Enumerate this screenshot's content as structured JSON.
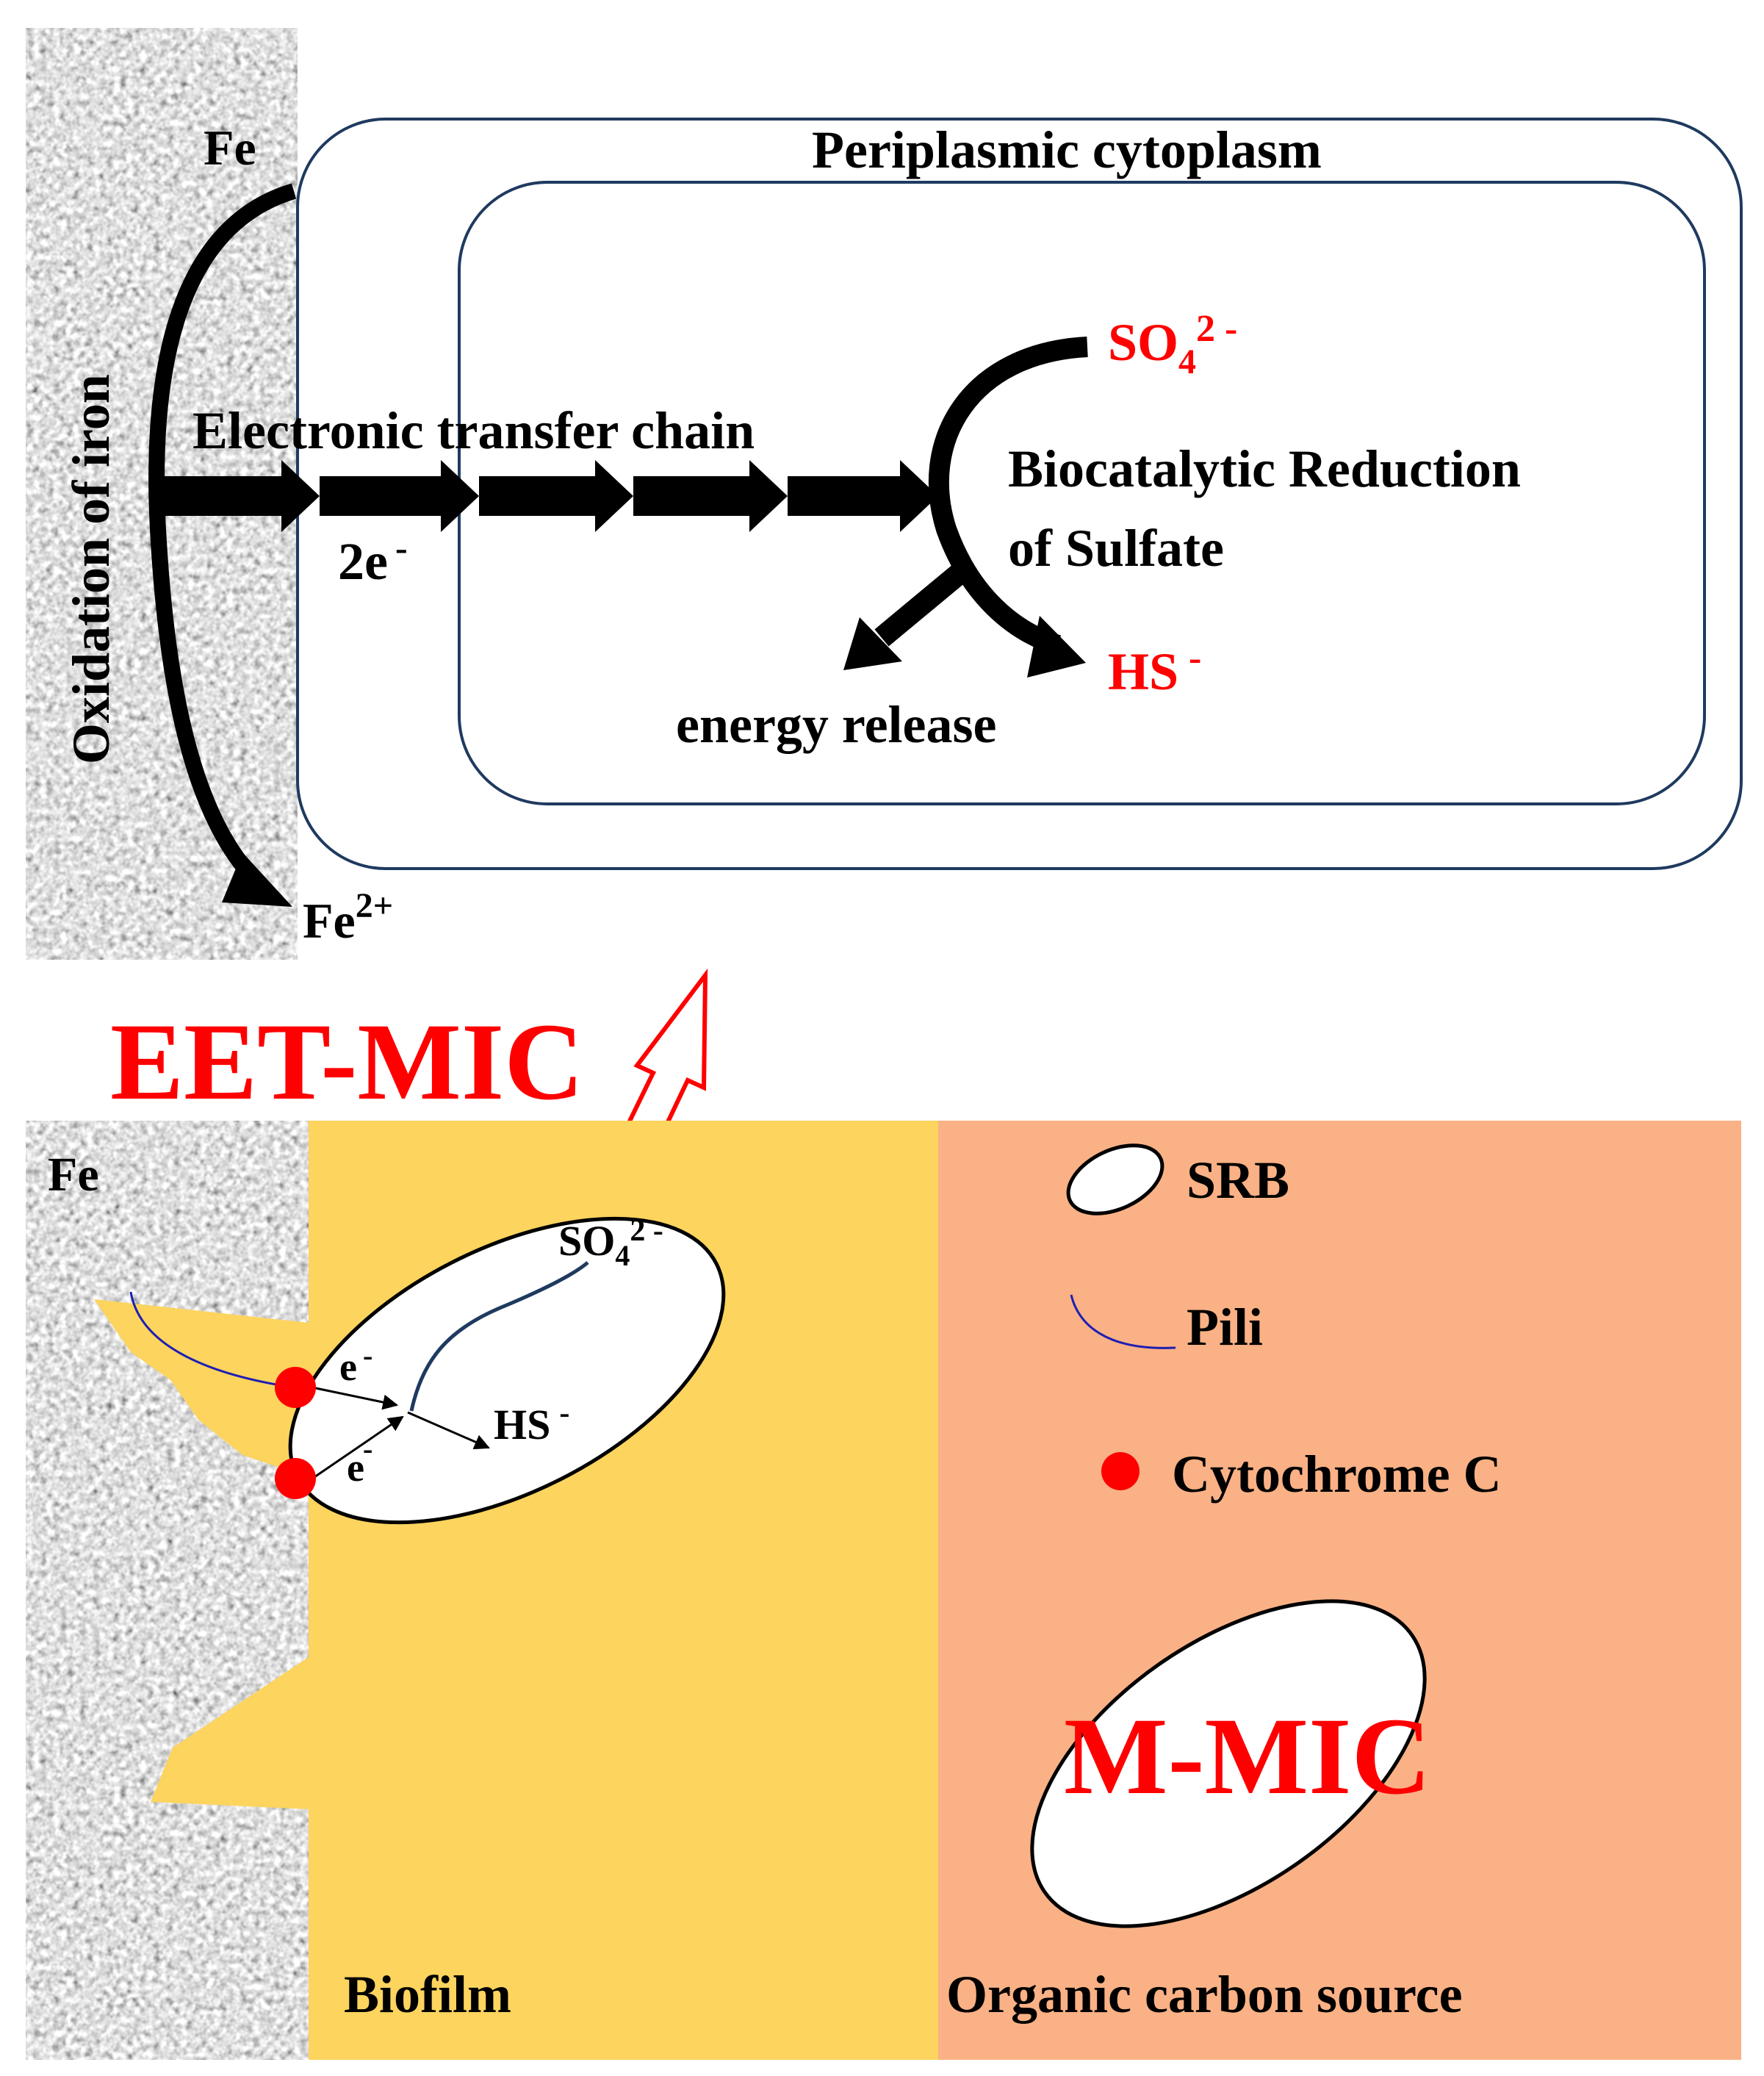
{
  "top": {
    "fe_label": "Fe",
    "fe2_label": "Fe",
    "fe2_sup": "2+",
    "oxidation_label": "Oxidation of iron",
    "periplasm_label": "Periplasmic cytoplasm",
    "etc_label": "Electronic transfer chain",
    "two_e_label": "2e",
    "two_e_sup": "-",
    "so4_main": "SO",
    "so4_sub": "4",
    "so4_sup": "2 -",
    "reduction_line1": "Biocatalytic Reduction",
    "reduction_line2": "of Sulfate",
    "hs_main": "HS",
    "hs_sup": "-",
    "energy_label": "energy release"
  },
  "middle": {
    "eet_label": "EET-MIC"
  },
  "bottom": {
    "fe_label": "Fe",
    "cell_so4_main": "SO",
    "cell_so4_sub": "4",
    "cell_so4_sup": "2 -",
    "cell_hs_main": "HS",
    "cell_hs_sup": "-",
    "e1_main": "e",
    "e1_sup": "-",
    "e2_main": "e",
    "e2_sup": "-",
    "biofilm_label": "Biofilm",
    "organic_label": "Organic carbon source",
    "mmic_label": "M-MIC"
  },
  "legend": {
    "srb_label": "SRB",
    "pili_label": "Pili",
    "cyto_label": "Cytochrome C"
  },
  "colors": {
    "biofilm": "#FCD45E",
    "organic": "#FAB185",
    "red": "#FF0000",
    "navy": "#1F3A5F",
    "pili": "#1E1EB4"
  }
}
